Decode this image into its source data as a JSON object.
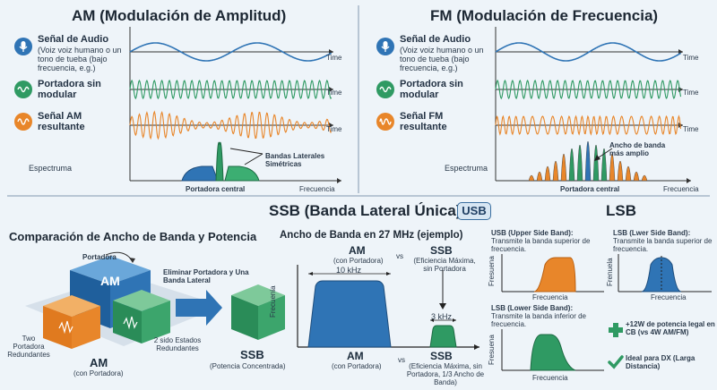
{
  "am": {
    "title": "AM (Modulación de Amplitud)",
    "audio_label": "Señal de Audio",
    "audio_desc": "(Voiz voiz humano o un tono de tueba (bajo frecuencia, e.g.)",
    "carrier_label": "Portadora sin modular",
    "result_label": "Señal AM resultante",
    "time": "Time",
    "spectrum": "Espectruma",
    "sidebands": "Bandas Laterales Simétricas",
    "central": "Portadora central",
    "freq": "Frecuencia"
  },
  "fm": {
    "title": "FM (Modulación de Frecuencia)",
    "audio_label": "Señal de Audio",
    "audio_desc": "(Voiz voiz humano o un tono de tueba (bajo frecuencia, e.g.)",
    "carrier_label": "Portadora sin modular",
    "result_label": "Señal FM resultante",
    "time": "Time",
    "spectrum": "Espectruma",
    "bandwidth": "Ancho de banda más amplio",
    "central": "Portadora central",
    "freq": "Frecuencia"
  },
  "ssb": {
    "title": "SSB (Banda Lateral Única)",
    "badge": "USB",
    "lsb_title": "LSB"
  },
  "compare": {
    "title": "Comparación de Ancho de Banda y Potencia",
    "portadora": "Portadora",
    "am_cube": "AM",
    "eliminar": "Eliminar Portadora y Una Banda Lateral",
    "two": "Two Portadora Redundantes",
    "two_sido": "2 sido Estados Redundantes",
    "am_label": "AM",
    "am_sub": "(con Portadora)",
    "ssb_label": "SSB",
    "ssb_sub": "(Potencia Concentrada)"
  },
  "bw": {
    "title": "Ancho de Banda en 27 MHz (ejemplo)",
    "am": "AM",
    "am_sub": "(con Portadora)",
    "vs": "vs",
    "ssb": "SSB",
    "ssb_sub": "(Eficiencia Máxima, sin Portadora",
    "khz10": "10 kHz",
    "khz3": "3 kHz",
    "ylabel": "Frecuenia",
    "am_bottom": "AM",
    "am_bottom_sub": "(con Portadora)",
    "vs2": "vs",
    "ssb_bottom": "SSB",
    "ssb_bottom_sub": "(Eficiencia Máxima, sin Portadora, 1/3 Ancho de Banda)"
  },
  "sb": {
    "usb_title": "USB (Upper Side Band):",
    "usb_desc": "Transmite la banda superior de frecuencia.",
    "lsb1_title": "LSB (Lwer Side Band):",
    "lsb1_desc": "Transmite la banda superior de frecuencia.",
    "lsb2_title": "LSB (Lower Side Band):",
    "lsb2_desc": "Transmite la banda inferior de frecuencia.",
    "freq": "Frecuencia",
    "fresuena": "Fresuena",
    "frenuela": "Frenuela",
    "fresuena2": "Fresuena",
    "power": "+12W de potencia legal en CB (vs 4W AM/FM)",
    "dx": "Ideal para DX (Larga Distancia)"
  },
  "colors": {
    "blue": "#2f74b5",
    "green": "#2f9a63",
    "orange": "#e8862a",
    "navy": "#1f4e7d"
  }
}
